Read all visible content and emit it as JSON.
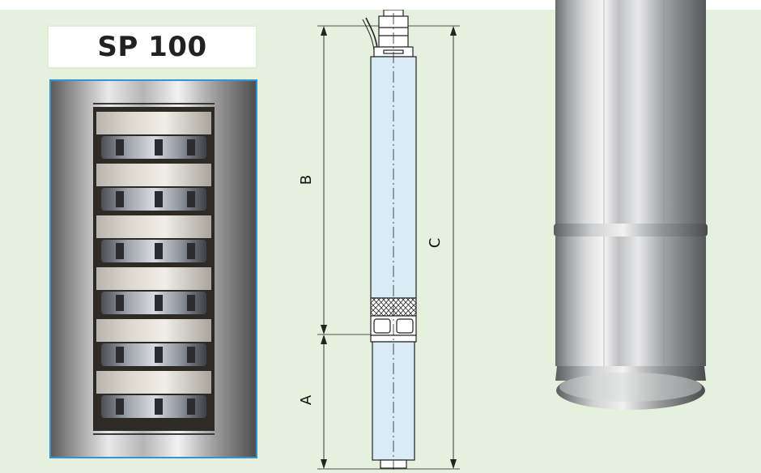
{
  "title": "SP 100",
  "dimensions": {
    "a_label": "A",
    "b_label": "B",
    "c_label": "C"
  },
  "colors": {
    "panel_background": "#e6f0de",
    "photo_border": "#3a93c8",
    "drawing_fill": "#d9ecf6",
    "drawing_stroke": "#222222"
  },
  "icons": {
    "impeller_stack": "impeller-stack-photo",
    "pump_drawing": "submersible-pump-drawing",
    "steel_sleeve": "steel-sleeve-photo"
  }
}
